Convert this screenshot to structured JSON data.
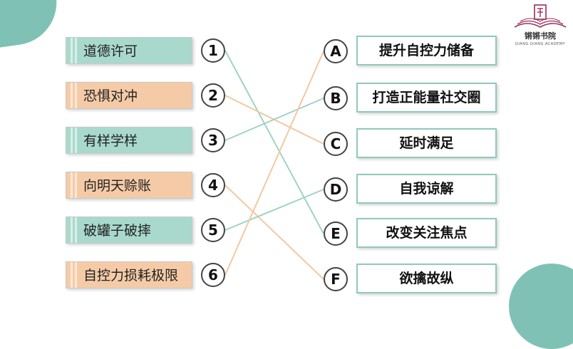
{
  "left_items": [
    {
      "label": "道德许可",
      "number": "1",
      "color": "green"
    },
    {
      "label": "恐惧对冲",
      "number": "2",
      "color": "peach"
    },
    {
      "label": "有样学样",
      "number": "3",
      "color": "green"
    },
    {
      "label": "向明天赊账",
      "number": "4",
      "color": "peach"
    },
    {
      "label": "破罐子破摔",
      "number": "5",
      "color": "green"
    },
    {
      "label": "自控力损耗极限",
      "number": "6",
      "color": "peach"
    }
  ],
  "right_items": [
    {
      "letter": "A",
      "label": "提升自控力储备"
    },
    {
      "letter": "B",
      "label": "打造正能量社交圈"
    },
    {
      "letter": "C",
      "label": "延时满足"
    },
    {
      "letter": "D",
      "label": "自我谅解"
    },
    {
      "letter": "E",
      "label": "改变关注焦点"
    },
    {
      "letter": "F",
      "label": "欲擒故纵"
    }
  ],
  "connections": [
    {
      "from": "1",
      "to": "E",
      "color": "#9fd3c6"
    },
    {
      "from": "2",
      "to": "C",
      "color": "#f2c9a0"
    },
    {
      "from": "3",
      "to": "B",
      "color": "#9fd3c6"
    },
    {
      "from": "4",
      "to": "F",
      "color": "#f2c9a0"
    },
    {
      "from": "5",
      "to": "D",
      "color": "#9fd3c6"
    },
    {
      "from": "6",
      "to": "A",
      "color": "#f2c9a0"
    }
  ],
  "colors": {
    "green": "#a9d9cc",
    "peach": "#f5cba7",
    "accent": "#7fc2b5",
    "logo": "#9b2d5a"
  },
  "logo": {
    "name": "锵锵书院",
    "subtitle": "QIANG QIANG ACADEMY"
  }
}
